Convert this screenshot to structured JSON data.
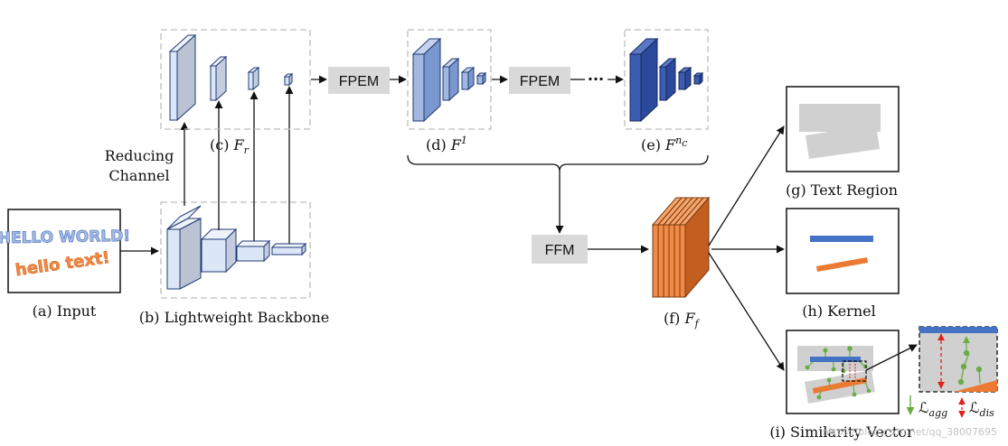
{
  "input": {
    "title_text": "HELLO WORLD!",
    "sub_text": "hello text!",
    "caption": "(a) Input"
  },
  "backbone": {
    "caption": "(b) Lightweight  Backbone"
  },
  "reducing_channel": {
    "line1": "Reducing",
    "line2": "Channel"
  },
  "fr": {
    "caption_prefix": "(c) ",
    "symbol": "F",
    "subscript": "r"
  },
  "fpem1": {
    "label": "FPEM"
  },
  "f1": {
    "caption_prefix": "(d) ",
    "symbol": "F",
    "superscript": "1"
  },
  "fpem2": {
    "label": "FPEM"
  },
  "ellipsis": "···",
  "fnc": {
    "caption_prefix": "(e) ",
    "symbol": "F",
    "superscript": "n",
    "super_sub": "c"
  },
  "ffm": {
    "label": "FFM"
  },
  "ff": {
    "caption_prefix": "(f) ",
    "symbol": "F",
    "subscript": "f"
  },
  "text_region": {
    "caption": "(g) Text Region"
  },
  "kernel": {
    "caption": "(h) Kernel"
  },
  "similarity": {
    "caption": "(i) Similarity Vector"
  },
  "loss_agg": {
    "symbol": "ℒ",
    "subscript": "agg"
  },
  "loss_dis": {
    "symbol": "ℒ",
    "subscript": "dis"
  },
  "watermark": "https://blog.csdn.net/qq_38007695",
  "colors": {
    "light_blue": "#dbe7f7",
    "mid_blue": "#7b97cf",
    "dark_blue": "#2b4a9c",
    "orange": "#ec7a32",
    "kernel_blue": "#4472c4",
    "region_gray": "#d0d0d0",
    "box_gray": "#d9d9d9",
    "dash_gray": "#bdbdbd",
    "green": "#6aad45",
    "red": "#e0201a"
  }
}
